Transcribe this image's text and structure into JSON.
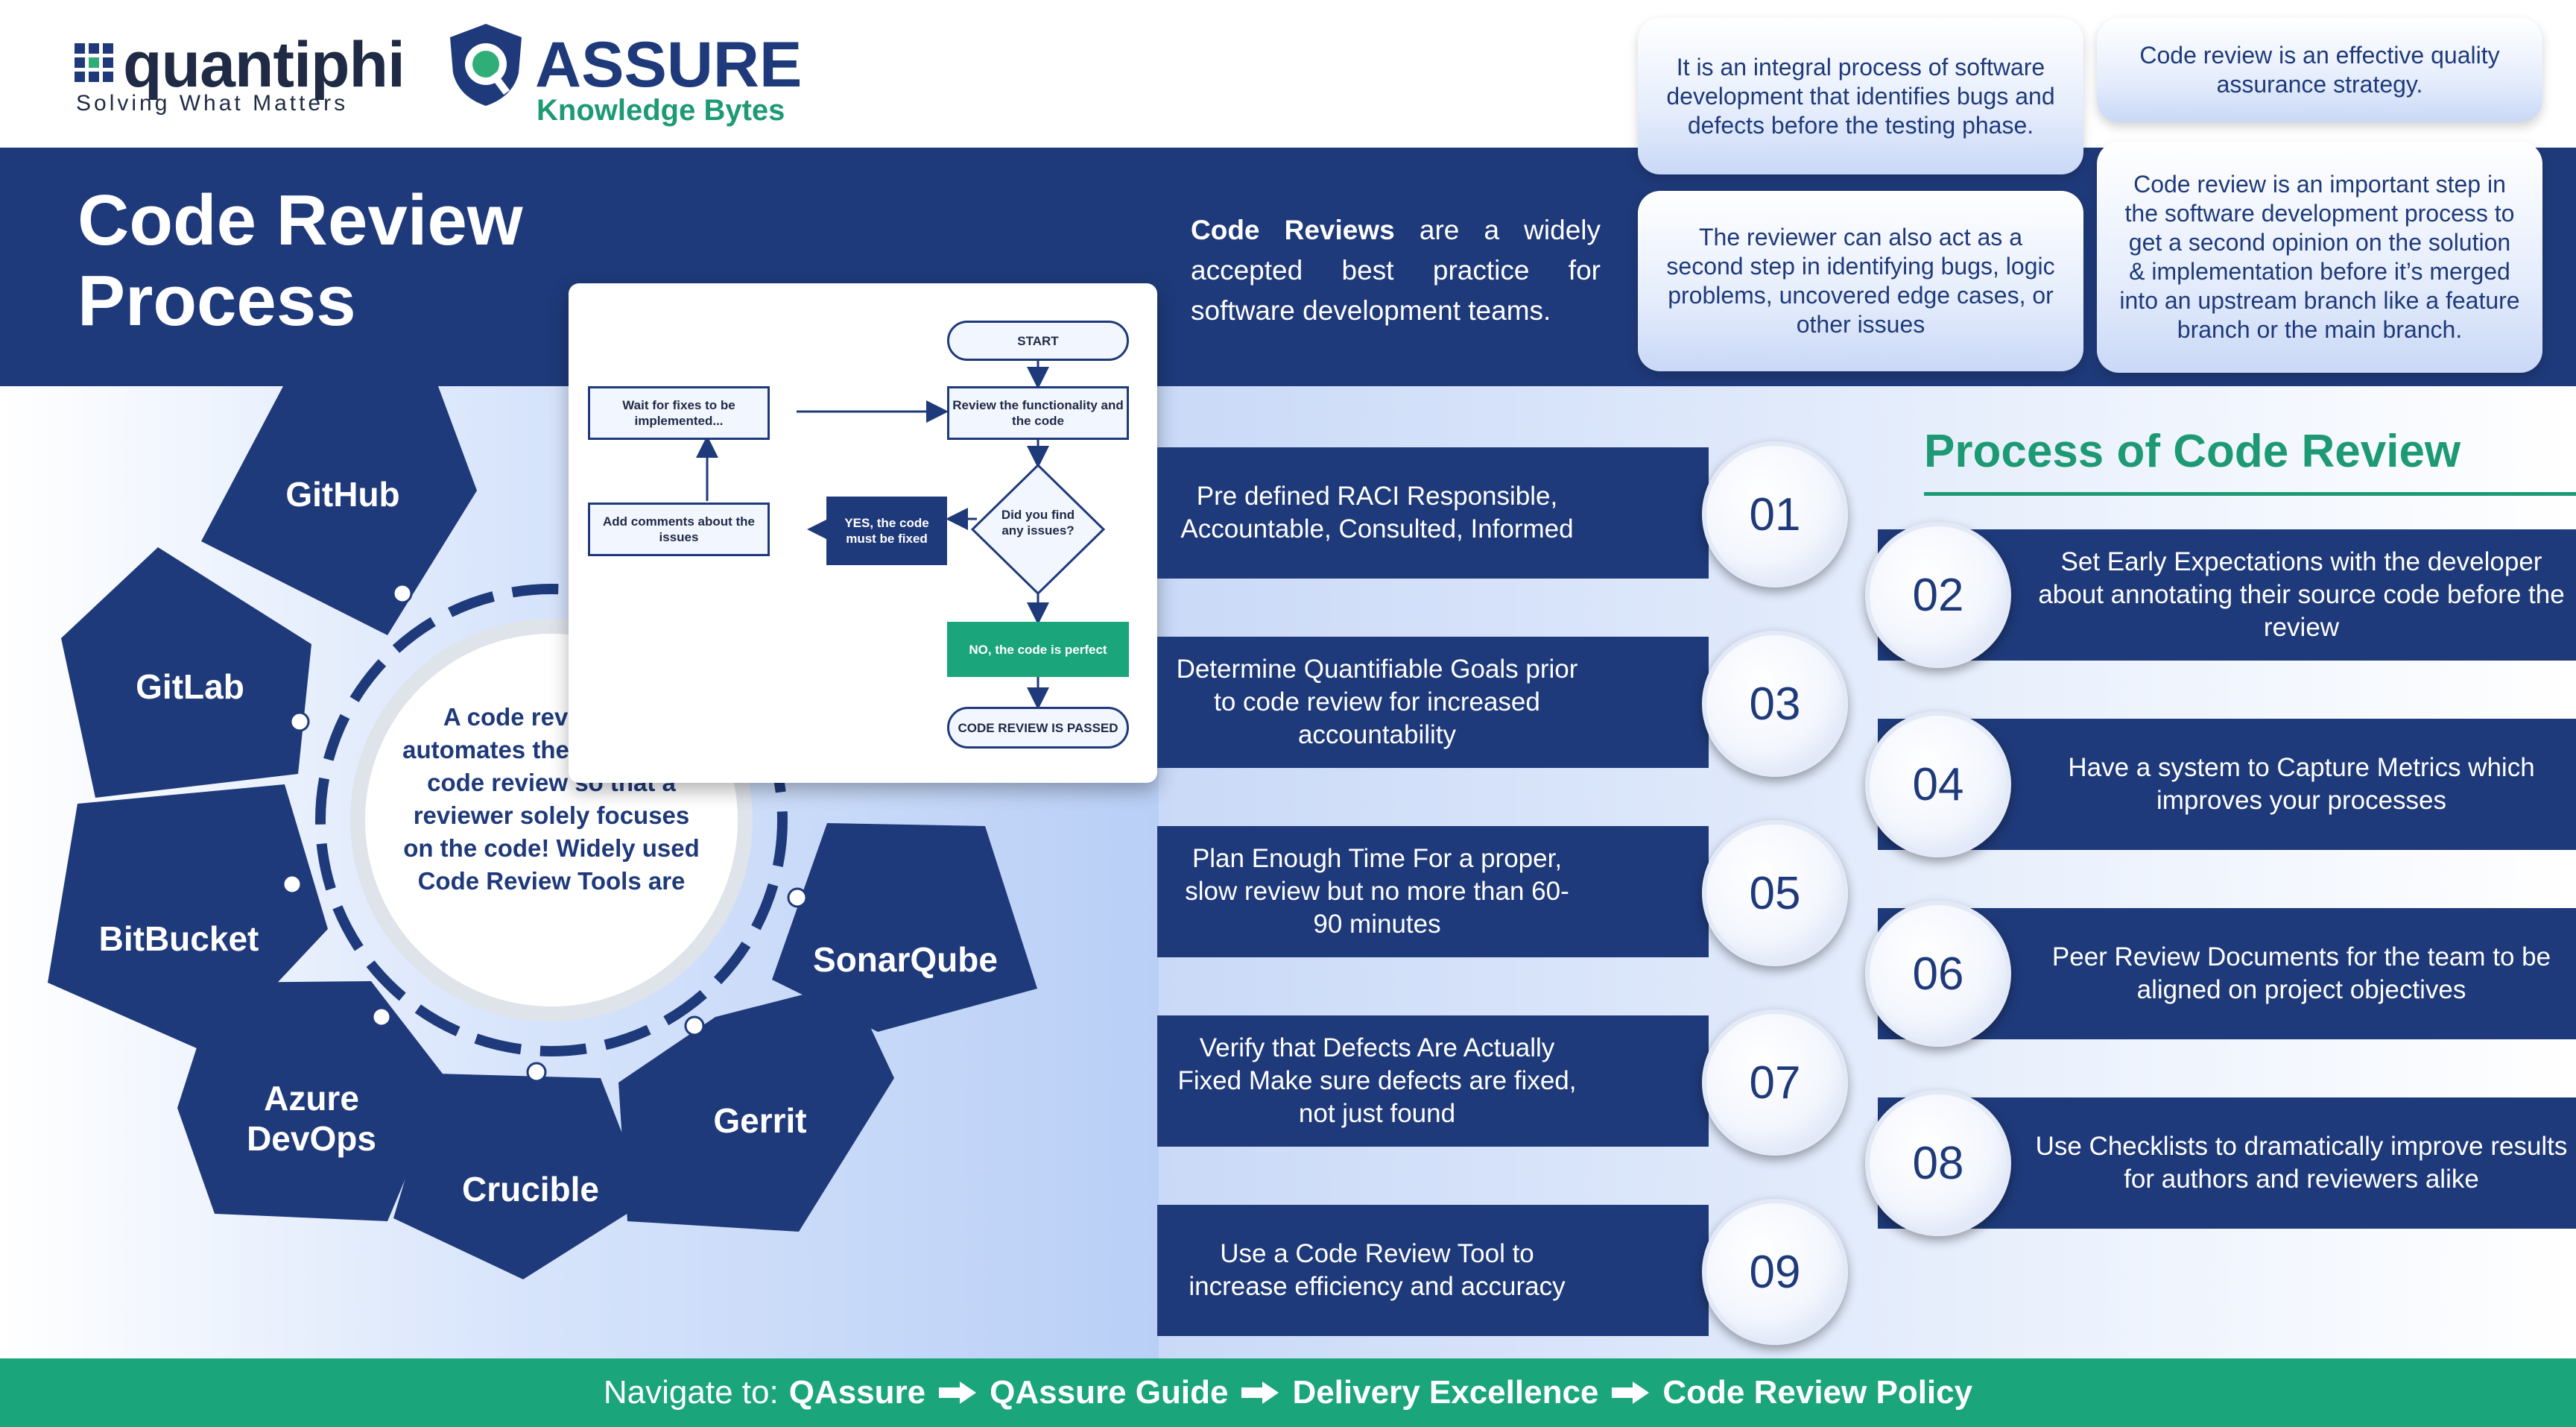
{
  "brand": {
    "quantiphi_name": "quantiphi",
    "quantiphi_tagline": "Solving What Matters",
    "assure_name": "ASSURE",
    "assure_sub": "Knowledge Bytes"
  },
  "title_line1": "Code Review",
  "title_line2": "Process",
  "intro": {
    "bold": "Code Reviews",
    "rest": " are a widely accepted best practice for software development teams."
  },
  "bubbles": [
    "It is an integral process of software development that identifies bugs and defects before the testing phase.",
    "Code review is an effective quality assurance strategy.",
    "The reviewer can also act as a second step in identifying bugs, logic problems, uncovered edge cases, or other issues",
    "Code review is an important step in the software development process to get a second opinion on the solution & implementation before it’s merged into an upstream branch like a feature branch or the main branch."
  ],
  "flowchart": {
    "start": "START",
    "review": "Review the functionality and the code",
    "decision": "Did you find any issues?",
    "wait": "Wait for fixes to be implemented...",
    "add_comments": "Add comments about the issues",
    "yes": "YES, the code must be fixed",
    "no": "NO, the code is perfect",
    "passed": "CODE REVIEW IS PASSED"
  },
  "center_text": "A code review tool automates the process of code review so that a reviewer solely focuses on the code! Widely used Code Review Tools are",
  "tools": [
    "GitHub",
    "GitLab",
    "BitBucket",
    "Azure DevOps",
    "Crucible",
    "Gerrit",
    "SonarQube"
  ],
  "process_title": "Process of Code Review",
  "steps": [
    {
      "num": "01",
      "text": "Pre defined RACI Responsible, Accountable, Consulted, Informed"
    },
    {
      "num": "02",
      "text": "Set Early Expectations with the developer about annotating their source code before the review"
    },
    {
      "num": "03",
      "text": "Determine Quantifiable Goals prior to code review for increased accountability"
    },
    {
      "num": "04",
      "text": "Have a system to Capture Metrics which improves your processes"
    },
    {
      "num": "05",
      "text": "Plan Enough Time For a proper, slow review but no more than 60-90 minutes"
    },
    {
      "num": "06",
      "text": "Peer Review Documents for the team to be aligned on project objectives"
    },
    {
      "num": "07",
      "text": "Verify that Defects Are Actually Fixed Make sure defects are fixed, not just found"
    },
    {
      "num": "08",
      "text": "Use Checklists to dramatically improve results for authors and reviewers alike"
    },
    {
      "num": "09",
      "text": "Use a Code Review Tool to increase efficiency and accuracy"
    }
  ],
  "footer": {
    "prefix": "Navigate to:",
    "links": [
      "QAssure",
      "QAssure Guide",
      "Delivery Excellence",
      "Code Review Policy"
    ]
  }
}
